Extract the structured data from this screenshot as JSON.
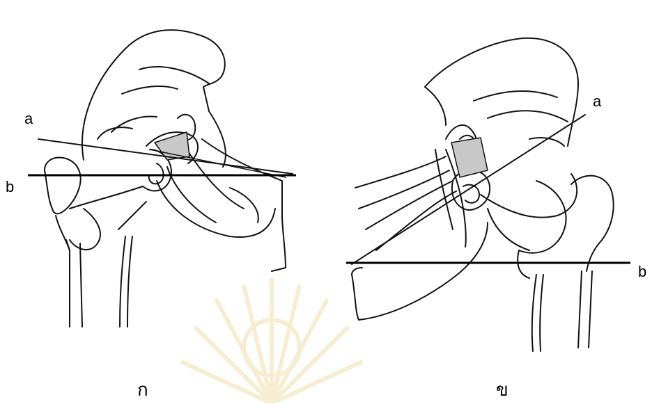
{
  "figures": [
    {
      "caption": "ก",
      "line_a_label": "a",
      "line_b_label": "b"
    },
    {
      "caption": "ข",
      "line_a_label": "a",
      "line_b_label": "b"
    }
  ],
  "colors": {
    "ink": "#111111",
    "shade": "#bdbdbd",
    "watermark": "#f3e3b6"
  }
}
